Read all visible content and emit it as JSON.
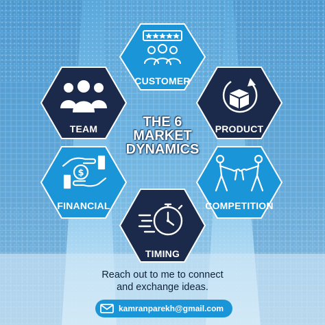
{
  "title": {
    "line1": "THE 6",
    "line2": "MARKET",
    "line3": "DYNAMICS"
  },
  "items": [
    {
      "label": "CUSTOMER",
      "icon": "customer-rating-icon",
      "color": "#1a96d8"
    },
    {
      "label": "TEAM",
      "icon": "team-icon",
      "color": "#1b2a4a"
    },
    {
      "label": "PRODUCT",
      "icon": "product-box-icon",
      "color": "#1b2a4a"
    },
    {
      "label": "FINANCIAL",
      "icon": "money-hand-icon",
      "color": "#1a96d8"
    },
    {
      "label": "COMPETITION",
      "icon": "tug-of-war-icon",
      "color": "#1a96d8"
    },
    {
      "label": "TIMING",
      "icon": "stopwatch-icon",
      "color": "#1b2a4a"
    }
  ],
  "cta": {
    "line1": "Reach out to me to connect",
    "line2": "and exchange ideas."
  },
  "contact": {
    "email": "kamranparekh@gmail.com",
    "icon": "envelope-icon"
  },
  "colors": {
    "accent": "#1a96d8",
    "dark": "#1b2a4a",
    "background": "#6fb6e3"
  }
}
